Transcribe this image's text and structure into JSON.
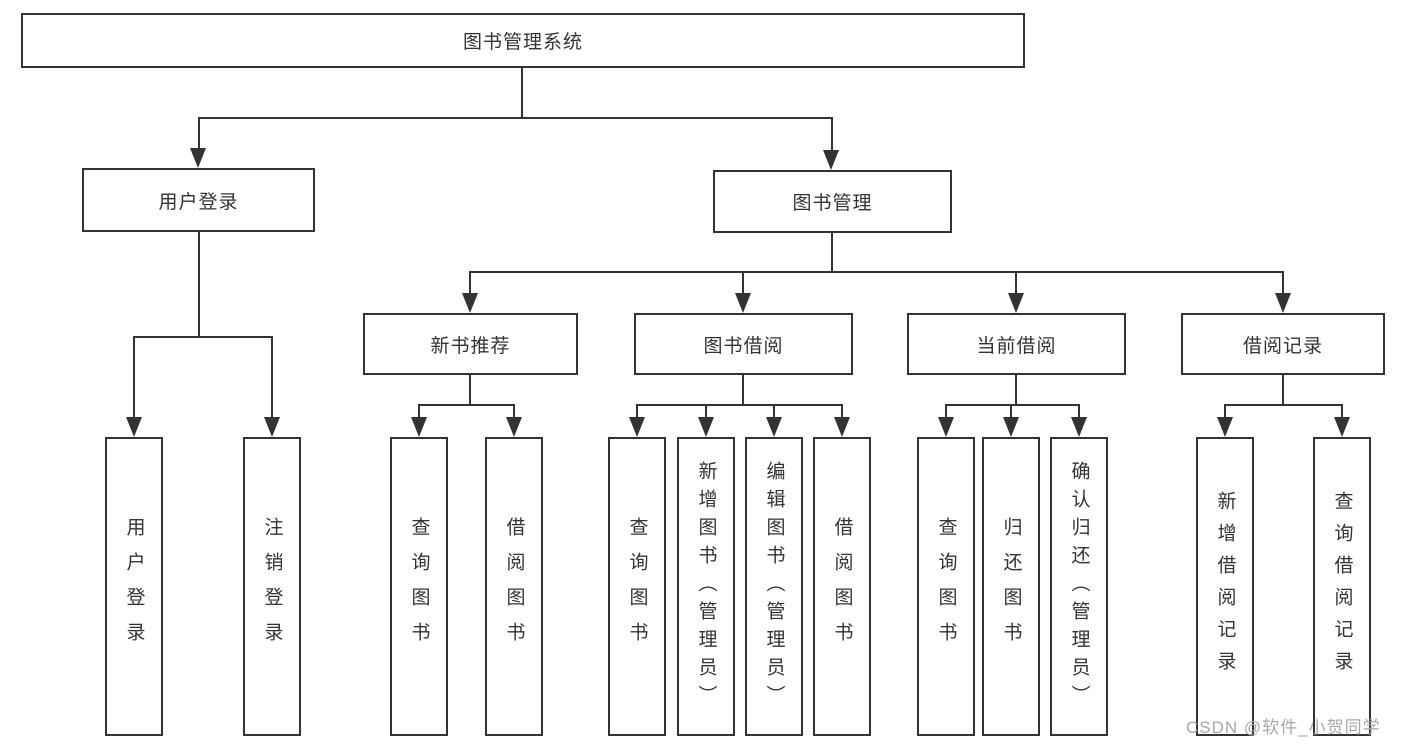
{
  "tree": {
    "root": "图书管理系统",
    "branches": [
      {
        "label": "用户登录",
        "children": [
          "用户登录",
          "注销登录"
        ]
      },
      {
        "label": "图书管理",
        "groups": [
          {
            "label": "新书推荐",
            "children": [
              "查询图书",
              "借阅图书"
            ]
          },
          {
            "label": "图书借阅",
            "children": [
              "查询图书",
              "新增图书（管理员）",
              "编辑图书（管理员）",
              "借阅图书"
            ]
          },
          {
            "label": "当前借阅",
            "children": [
              "查询图书",
              "归还图书",
              "确认归还（管理员）"
            ]
          },
          {
            "label": "借阅记录",
            "children": [
              "新增借阅记录",
              "查询借阅记录"
            ]
          }
        ]
      }
    ],
    "watermark": "CSDN @软件_小贺同学",
    "colors": {
      "line": "#333333",
      "text": "#333333",
      "watermark": "#a8a8a8",
      "background": "#ffffff"
    }
  }
}
